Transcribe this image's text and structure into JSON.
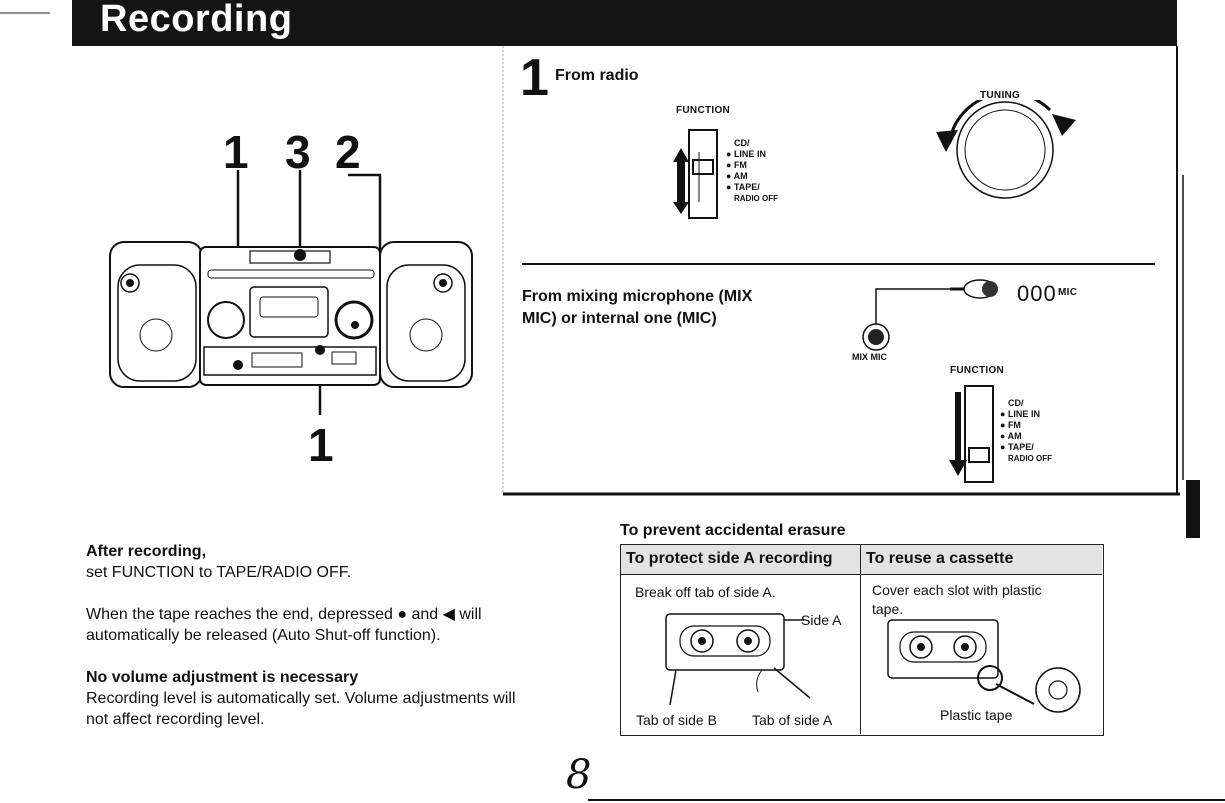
{
  "header": {
    "title": "Recording"
  },
  "diagram_left": {
    "callouts": [
      "1",
      "3",
      "2",
      "1"
    ]
  },
  "from_radio": {
    "step_number": "1",
    "heading": "From radio",
    "function_label": "FUNCTION",
    "options": [
      "CD/",
      "LINE IN",
      "FM",
      "AM",
      "TAPE/",
      "RADIO OFF"
    ],
    "tuning_label": "TUNING"
  },
  "from_mic": {
    "heading_line1": "From mixing microphone (MIX",
    "heading_line2": "MIC) or internal one (MIC)",
    "mix_mic_label": "MIX MIC",
    "mic_label": "MIC",
    "function_label": "FUNCTION",
    "options": [
      "CD/",
      "LINE IN",
      "FM",
      "AM",
      "TAPE/",
      "RADIO OFF"
    ]
  },
  "notes": {
    "after_heading": "After recording,",
    "after_text": "set FUNCTION to TAPE/RADIO OFF.",
    "tape_end_part1": "When the tape reaches the end, depressed",
    "tape_end_and": "and",
    "tape_end_part2": "will",
    "tape_end_line2": "automatically be released (Auto Shut-off function).",
    "volume_heading": "No volume adjustment is necessary",
    "volume_line1": "Recording level is automatically set. Volume adjustments will",
    "volume_line2": "not affect recording level."
  },
  "erasure": {
    "title": "To prevent accidental erasure",
    "col1_header": "To protect side A recording",
    "col2_header": "To reuse a cassette",
    "col1_text": "Break off tab of side A.",
    "col2_line1": "Cover each slot with plastic",
    "col2_line2": "tape.",
    "side_a_label": "Side A",
    "tab_b_label": "Tab of side B",
    "tab_a_label": "Tab of side A",
    "plastic_tape_label": "Plastic tape"
  },
  "footer": {
    "page_number": "8"
  }
}
